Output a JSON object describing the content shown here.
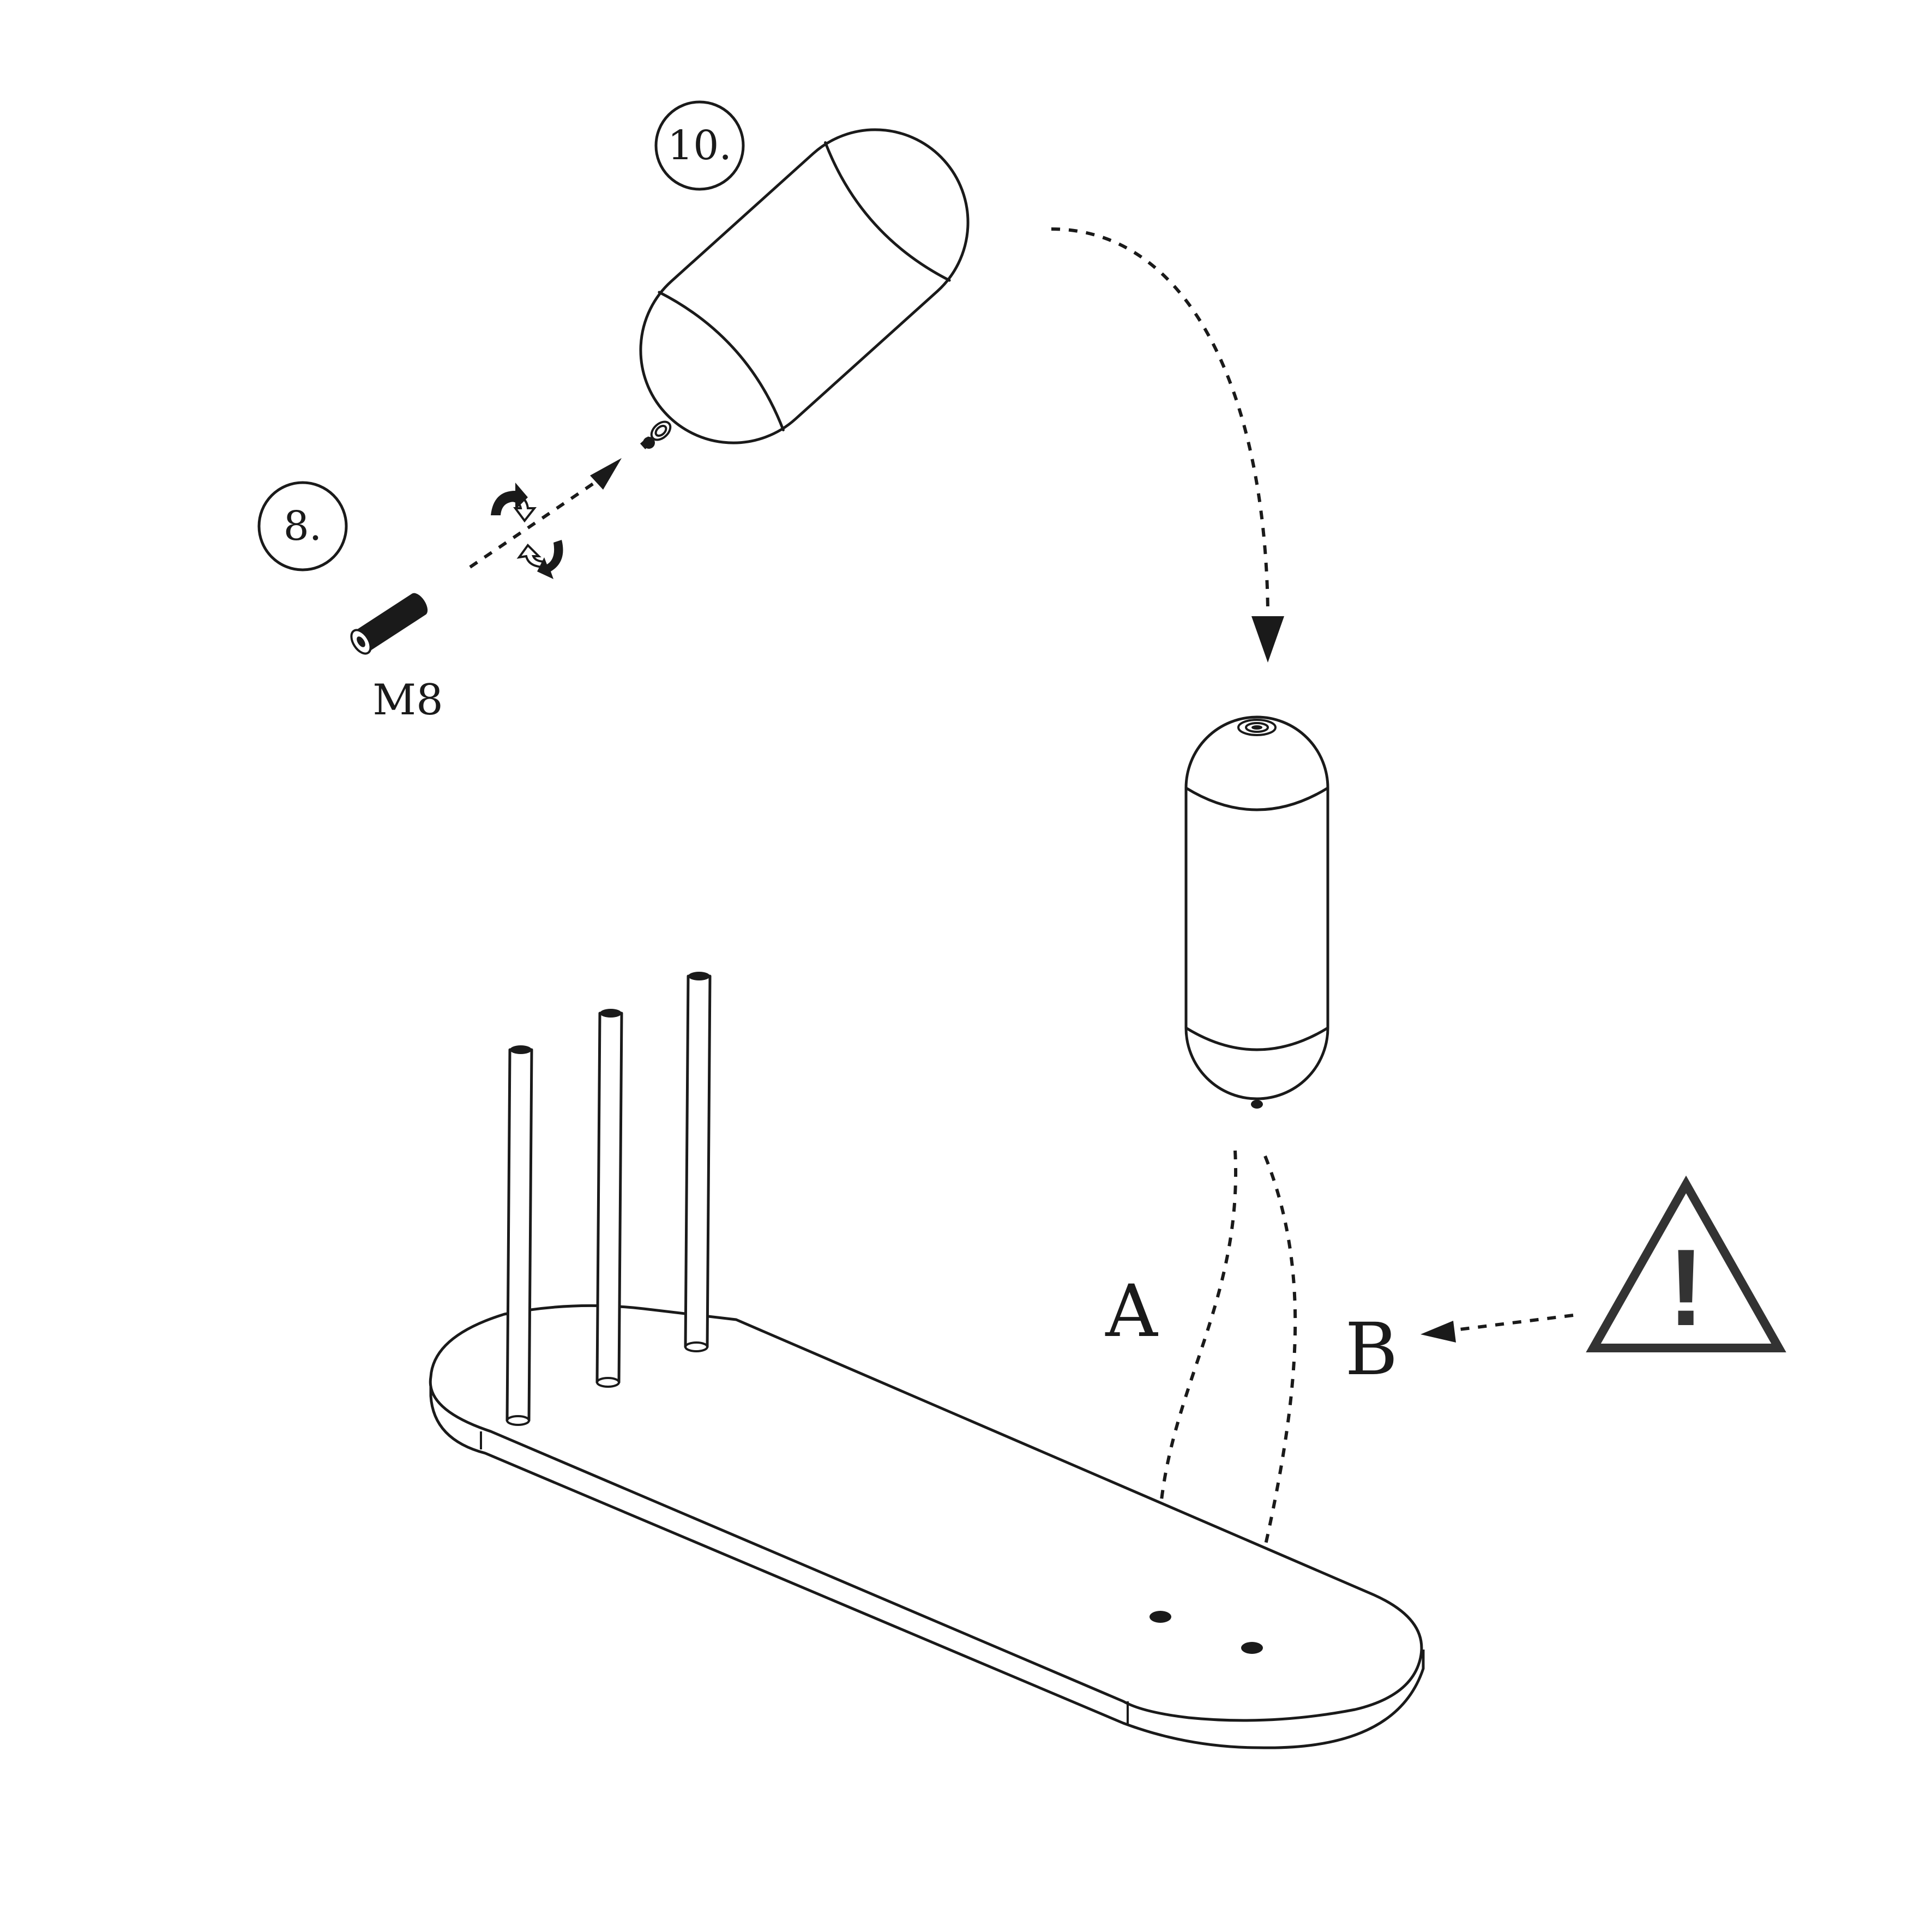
{
  "steps": [
    {
      "label": "10."
    },
    {
      "label": "8."
    }
  ],
  "parts": {
    "screw": {
      "label": "M8"
    }
  },
  "positions": {
    "a": {
      "label": "A"
    },
    "b": {
      "label": "B"
    }
  },
  "warning": {
    "icon": "warning-triangle-icon",
    "symbol": "!"
  },
  "colors": {
    "line": "#1a1a1a",
    "warning": "#333333",
    "background": "#ffffff"
  }
}
